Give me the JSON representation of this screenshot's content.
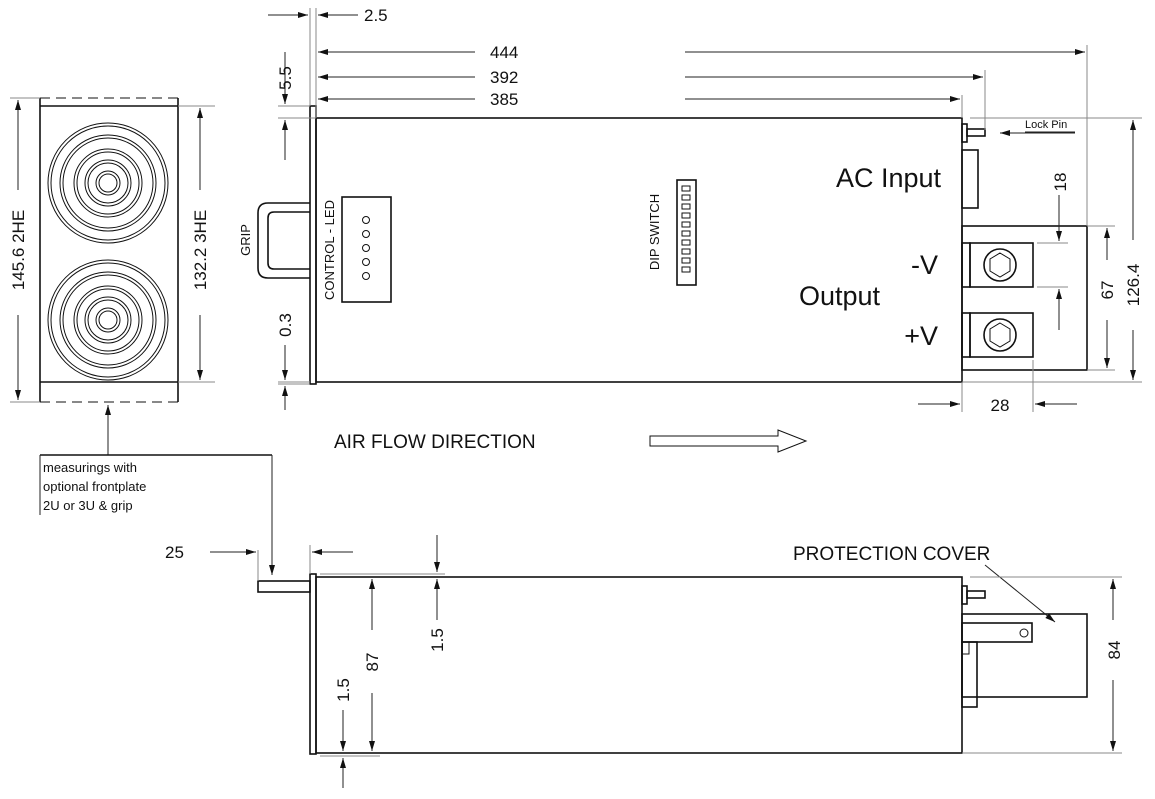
{
  "dimensions": {
    "d2_5": "2.5",
    "d5_5": "5.5",
    "d444": "444",
    "d392": "392",
    "d385": "385",
    "d0_3": "0.3",
    "d18": "18",
    "d67": "67",
    "d126_4": "126.4",
    "d28": "28",
    "d145_6": "145.6  2HE",
    "d132_2": "132.2  3HE",
    "d25": "25",
    "d1_5_top": "1.5",
    "d87": "87",
    "d1_5_bottom": "1.5",
    "d84": "84"
  },
  "labels": {
    "lock_pin": "Lock Pin",
    "ac_input": "AC Input",
    "output": "Output",
    "minus_v": "-V",
    "plus_v": "+V",
    "grip": "GRIP",
    "control_led": "CONTROL - LED",
    "dip_switch": "DIP SWITCH",
    "air_flow": "AIR FLOW  DIRECTION",
    "protection_cover": "PROTECTION COVER",
    "note_lines": [
      "measurings with",
      "optional frontplate",
      "2U or 3U & grip"
    ]
  }
}
